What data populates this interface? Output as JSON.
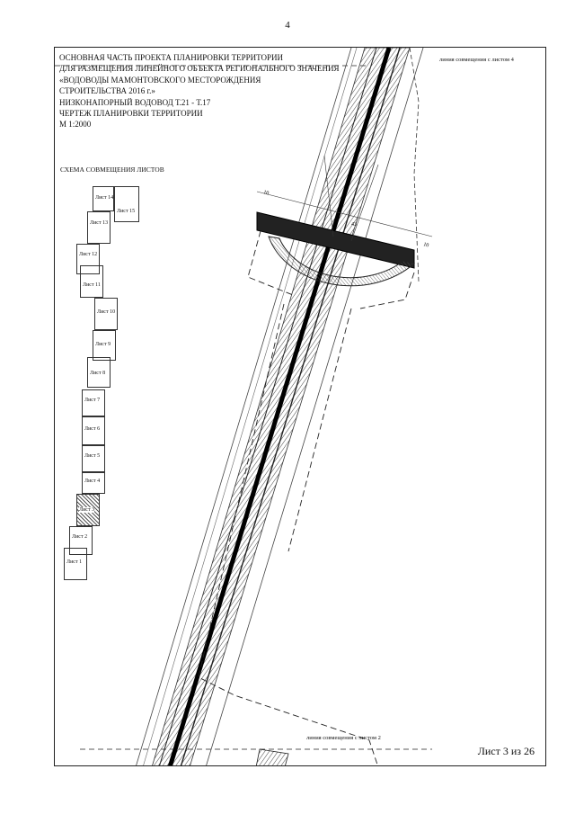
{
  "page_number": "4",
  "title_lines": [
    "ОСНОВНАЯ ЧАСТЬ ПРОЕКТА ПЛАНИРОВКИ ТЕРРИТОРИИ",
    "ДЛЯ РАЗМЕЩЕНИЯ ЛИНЕЙНОГО ОБЪЕКТА РЕГИОНАЛЬНОГО ЗНАЧЕНИЯ",
    "«ВОДОВОДЫ МАМОНТОВСКОГО МЕСТОРОЖДЕНИЯ",
    "СТРОИТЕЛЬСТВА 2016 г.»",
    "НИЗКОНАПОРНЫЙ ВОДОВОД Т.21 - Т.17",
    "ЧЕРТЕЖ ПЛАНИРОВКИ ТЕРРИТОРИИ",
    "М 1:2000"
  ],
  "scheme_title": "СХЕМА СОВМЕЩЕНИЯ ЛИСТОВ",
  "sheets": [
    {
      "label": "Лист 14"
    },
    {
      "label": "Лист 15"
    },
    {
      "label": "Лист 13"
    },
    {
      "label": "Лист 12"
    },
    {
      "label": "Лист 11"
    },
    {
      "label": "Лист 10"
    },
    {
      "label": "Лист 9"
    },
    {
      "label": "Лист 8"
    },
    {
      "label": "Лист 7"
    },
    {
      "label": "Лист 6"
    },
    {
      "label": "Лист 5"
    },
    {
      "label": "Лист 4"
    },
    {
      "label": "Лист 3"
    },
    {
      "label": "Лист 2"
    },
    {
      "label": "Лист 1"
    }
  ],
  "match_line_top": "линия совмещения с листом 4",
  "match_line_bottom": "линия совмещения с листом 2",
  "sheet_counter": "Лист 3 из 26",
  "dimension_labels": {
    "left": "10",
    "right": "10",
    "small": "43"
  }
}
